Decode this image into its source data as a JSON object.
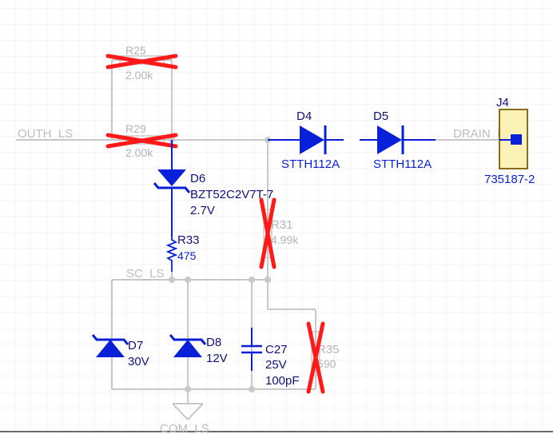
{
  "nets": {
    "outh": "OUTH_LS",
    "drain": "DRAIN_LS",
    "sc": "SC_LS",
    "com": "COM_LS"
  },
  "components": {
    "r25": {
      "ref": "R25",
      "value": "2.00k",
      "dnp": true
    },
    "r29": {
      "ref": "R29",
      "value": "2.00k",
      "dnp": true
    },
    "d4": {
      "ref": "D4",
      "value": "STTH112A"
    },
    "d5": {
      "ref": "D5",
      "value": "STTH112A"
    },
    "j4": {
      "ref": "J4",
      "value": "735187-2"
    },
    "d6": {
      "ref": "D6",
      "value": "BZT52C2V7T-7",
      "voltage": "2.7V"
    },
    "r31": {
      "ref": "R31",
      "value": "4.99k",
      "dnp": true
    },
    "r33": {
      "ref": "R33",
      "value": "475"
    },
    "d7": {
      "ref": "D7",
      "value": "30V"
    },
    "d8": {
      "ref": "D8",
      "value": "12V"
    },
    "c27": {
      "ref": "C27",
      "voltage": "25V",
      "value": "100pF"
    },
    "r35": {
      "ref": "R35",
      "value": "590",
      "dnp": true
    }
  },
  "colors": {
    "wire": "#c8c8c8",
    "grid": "#e6e6e6",
    "part": "#0a1fd8",
    "text": "#10107a",
    "dimmed": "#b4b4b4",
    "dnp_cross": "#ff1a1a",
    "connector_fill": "#fbf2b8",
    "connector_border": "#8a6d1a"
  }
}
